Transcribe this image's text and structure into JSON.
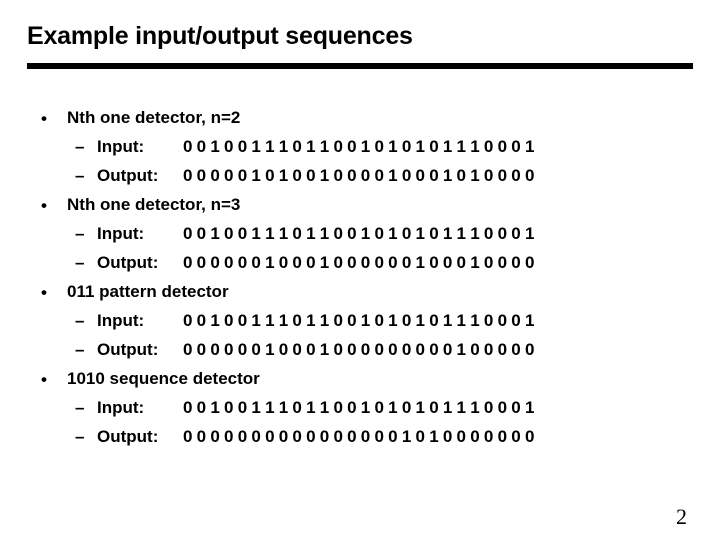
{
  "slide": {
    "title": "Example input/output sequences",
    "page_number": "2"
  },
  "bullet_glyph": "•",
  "dash_glyph": "–",
  "sections": [
    {
      "heading": "Nth one detector, n=2",
      "input_label": "Input:",
      "input_bits": "0 0 1 0 0 1 1 1 0 1 1 0 0 1 0 1 0 1 0 1 1 1 0 0 0 1",
      "output_label": "Output:",
      "output_bits": "0 0 0 0 0 1 0 1 0 0 1 0 0 0 0 1 0 0 0 1 0 1 0 0 0 0"
    },
    {
      "heading": "Nth one detector, n=3",
      "input_label": "Input:",
      "input_bits": "0 0 1 0 0 1 1 1 0 1 1 0 0 1 0 1 0 1 0 1 1 1 0 0 0 1",
      "output_label": "Output:",
      "output_bits": "0 0 0 0 0 0 1 0 0 0 1 0 0 0 0 0 0 1 0 0 0 1 0 0 0 0"
    },
    {
      "heading": "011 pattern detector",
      "input_label": "Input:",
      "input_bits": "0 0 1 0 0 1 1 1 0 1 1 0 0 1 0 1 0 1 0 1 1 1 0 0 0 1",
      "output_label": "Output:",
      "output_bits": "0 0 0 0 0 0 1 0 0 0 1 0 0 0 0 0 0 0 0 0 1 0 0 0 0 0"
    },
    {
      "heading": "1010 sequence detector",
      "input_label": "Input:",
      "input_bits": "0 0 1 0 0 1 1 1 0 1 1 0 0 1 0 1 0 1 0 1 1 1 0 0 0 1",
      "output_label": "Output:",
      "output_bits": "0 0 0 0 0 0 0 0 0 0 0 0 0 0 0 0 1 0 1 0 0 0 0 0 0 0"
    }
  ]
}
